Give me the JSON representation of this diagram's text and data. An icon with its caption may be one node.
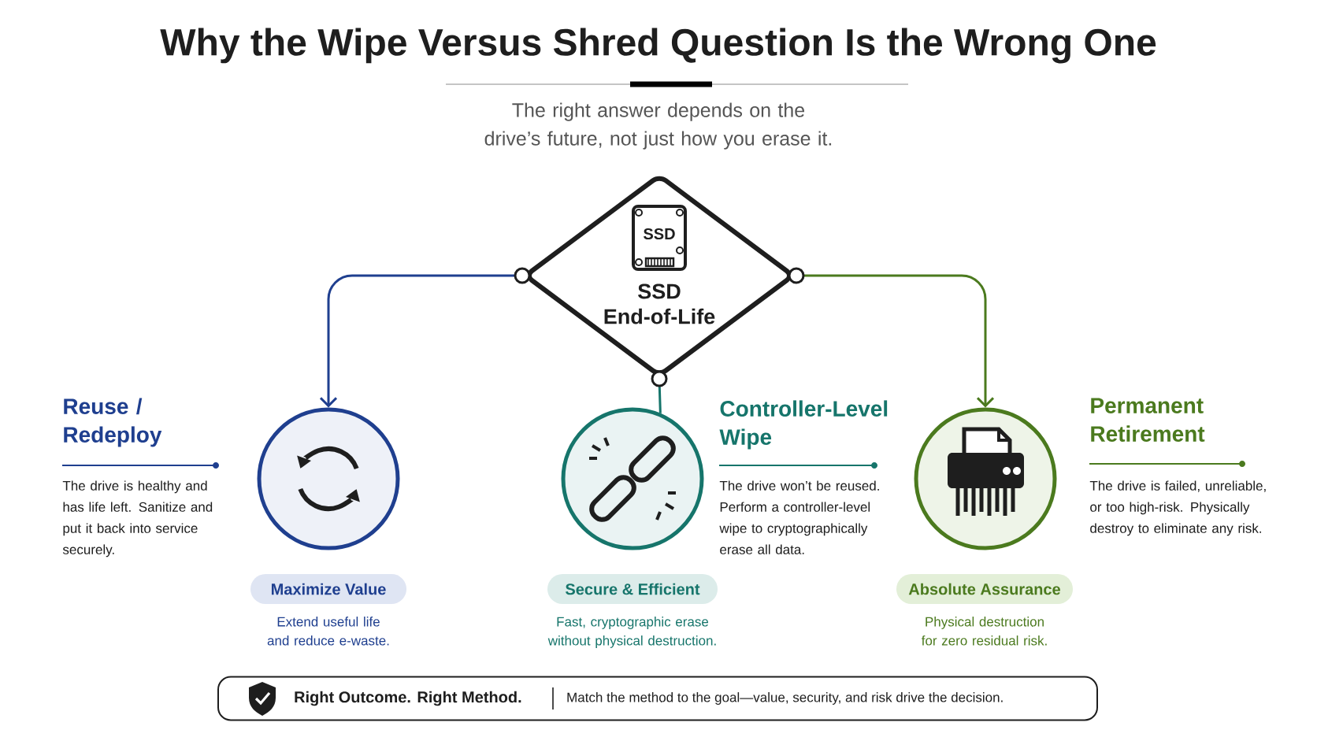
{
  "diagram": {
    "title": "Why the Wipe Versus Shred Question Is the Wrong One",
    "nodes": [
      {
        "text": [
          "SSD",
          "SSD End-of-Life"
        ]
      },
      {
        "text": [],
        "shape": "circle"
      },
      {
        "text": [],
        "shape": "circle"
      },
      {
        "text": [],
        "shape": "circle"
      },
      {
        "text": [
          "Maximize Value"
        ],
        "beside": [
          "Extend useful life and reduce e-waste."
        ]
      },
      {
        "text": [
          "Secure & Efficient"
        ],
        "beside": [
          "Fast, cryptographic erase without physical destruction."
        ]
      },
      {
        "text": [
          "Absolute Assurance"
        ],
        "beside": [
          "Physical destruction for zero residual risk."
        ]
      },
      {
        "text": [
          "Right Outcome. Right Method.",
          "Match the method to the goal—value, security, and risk drive the decision."
        ]
      }
    ],
    "edges": [
      {
        "from": 0,
        "to": 1,
        "arrow": "to",
        "color": "#1f3f8f"
      },
      {
        "from": 0,
        "to": 2,
        "arrow": "other",
        "color": "#16756b"
      },
      {
        "from": 0,
        "to": 3,
        "arrow": "to",
        "color": "#4b7a1e"
      }
    ],
    "labels": [
      "The right answer depends on the drive’s future, not just how you erase it.",
      "Reuse / Redeploy",
      "The drive is healthy and has life left. Sanitize and put it back into service securely.",
      "Controller-Level Wipe",
      "The drive won’t be reused. Perform a controller-level wipe to cryptographically erase all data.",
      "Permanent Retirement",
      "The drive is failed, unreliable, or too high-risk. Physically destroy to eliminate any risk."
    ]
  }
}
